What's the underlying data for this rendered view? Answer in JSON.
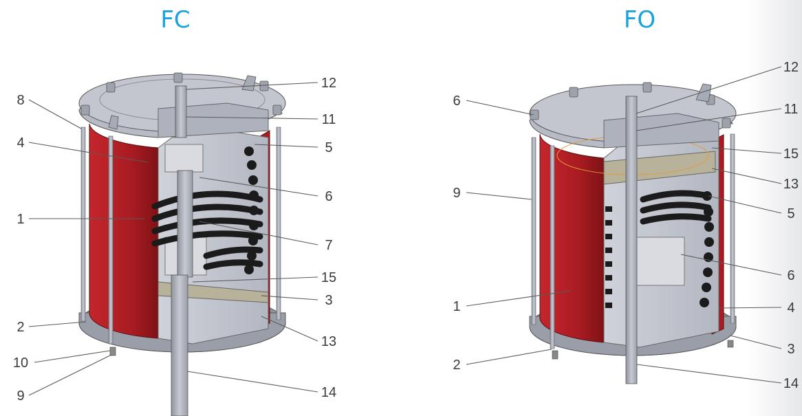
{
  "diagrams": [
    {
      "title": "FC",
      "labels": [
        "8",
        "4",
        "1",
        "2",
        "10",
        "9",
        "12",
        "11",
        "5",
        "6",
        "7",
        "15",
        "3",
        "13",
        "14"
      ]
    },
    {
      "title": "FO",
      "labels": [
        "6",
        "9",
        "1",
        "2",
        "12",
        "11",
        "15",
        "13",
        "5",
        "6",
        "4",
        "3",
        "14"
      ]
    }
  ],
  "colors": {
    "title": "#1aa3db",
    "housing_red": "#b01f25",
    "metal": "#a9adb8",
    "spring": "#1b1b1b"
  }
}
